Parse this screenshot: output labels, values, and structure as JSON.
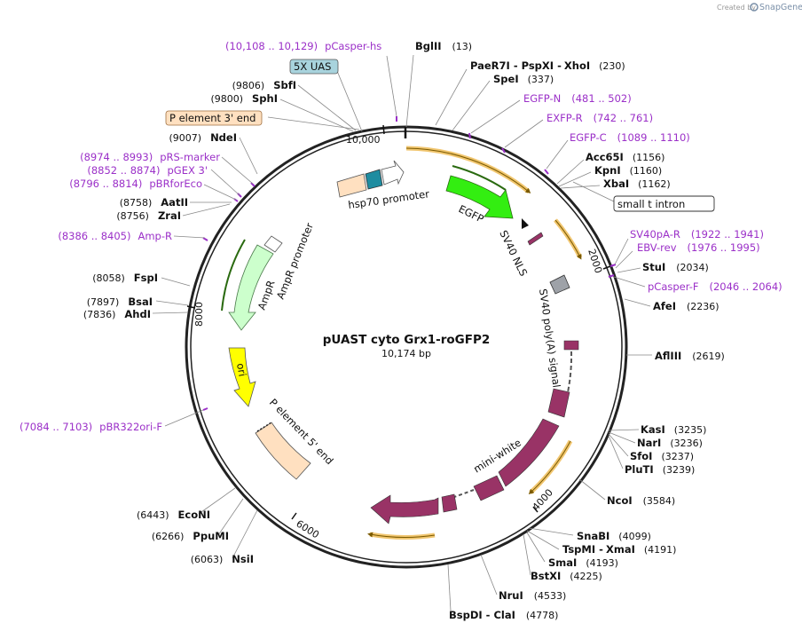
{
  "credit": {
    "created_by": "Created by",
    "brand": "SnapGene"
  },
  "plasmid": {
    "name": "pUAST cyto Grx1-roGFP2",
    "size": "10,174 bp"
  },
  "ticks": [
    "10,000",
    "2000",
    "4000",
    "6000",
    "8000"
  ],
  "features": {
    "hsp70": "hsp70 promoter",
    "egfp": "EGFP",
    "sv40nls": "SV40 NLS",
    "sv40polya": "SV40 poly(A) signal",
    "miniwhite": "mini-white",
    "p5": "P element 5' end",
    "ori": "ori",
    "ampr": "AmpR",
    "ampr_promoter": "AmpR promoter",
    "uas": "5X UAS",
    "p3": "P element 3' end",
    "small_t": "small t intron"
  },
  "sites": {
    "bglii": {
      "name": "BglII",
      "pos": "(13)"
    },
    "paer7i": {
      "name": "PaeR7I",
      "pos": ""
    },
    "pspxi": {
      "name": "PspXI",
      "pos": ""
    },
    "xhoi": {
      "name": "XhoI",
      "pos": "(230)"
    },
    "spei": {
      "name": "SpeI",
      "pos": "(337)"
    },
    "acc65i": {
      "name": "Acc65I",
      "pos": "(1156)"
    },
    "kpni": {
      "name": "KpnI",
      "pos": "(1160)"
    },
    "xbai": {
      "name": "XbaI",
      "pos": "(1162)"
    },
    "stui": {
      "name": "StuI",
      "pos": "(2034)"
    },
    "afei": {
      "name": "AfeI",
      "pos": "(2236)"
    },
    "aflii": {
      "name": "AflIII",
      "pos": "(2619)"
    },
    "kasi": {
      "name": "KasI",
      "pos": "(3235)"
    },
    "nari": {
      "name": "NarI",
      "pos": "(3236)"
    },
    "sfoi": {
      "name": "SfoI",
      "pos": "(3237)"
    },
    "pluti": {
      "name": "PluTI",
      "pos": "(3239)"
    },
    "ncoi": {
      "name": "NcoI",
      "pos": "(3584)"
    },
    "snabi": {
      "name": "SnaBI",
      "pos": "(4099)"
    },
    "tspmi": {
      "name": "TspMI",
      "pos": ""
    },
    "xmai": {
      "name": "XmaI",
      "pos": "(4191)"
    },
    "smai": {
      "name": "SmaI",
      "pos": "(4193)"
    },
    "bstxi": {
      "name": "BstXI",
      "pos": "(4225)"
    },
    "nrui": {
      "name": "NruI",
      "pos": "(4533)"
    },
    "bspdi": {
      "name": "BspDI",
      "pos": ""
    },
    "clai": {
      "name": "ClaI",
      "pos": "(4778)"
    },
    "nsii": {
      "name": "NsiI",
      "pos": "(6063)"
    },
    "ppumi": {
      "name": "PpuMI",
      "pos": "(6266)"
    },
    "econi": {
      "name": "EcoNI",
      "pos": "(6443)"
    },
    "ahdi": {
      "name": "AhdI",
      "pos": "(7836)"
    },
    "bsai": {
      "name": "BsaI",
      "pos": "(7897)"
    },
    "fspi": {
      "name": "FspI",
      "pos": "(8058)"
    },
    "zrai": {
      "name": "ZraI",
      "pos": "(8756)"
    },
    "aatii": {
      "name": "AatII",
      "pos": "(8758)"
    },
    "ndei": {
      "name": "NdeI",
      "pos": "(9007)"
    },
    "sphi": {
      "name": "SphI",
      "pos": "(9800)"
    },
    "sbfi": {
      "name": "SbfI",
      "pos": "(9806)"
    }
  },
  "primers": {
    "pcasper_hs": {
      "range": "(10,108 .. 10,129)",
      "name": "pCasper-hs"
    },
    "egfp_n": {
      "range": "(481 .. 502)",
      "name": "EGFP-N"
    },
    "exfp_r": {
      "range": "(742 .. 761)",
      "name": "EXFP-R"
    },
    "egfp_c": {
      "range": "(1089 .. 1110)",
      "name": "EGFP-C"
    },
    "sv40pa_r": {
      "range": "(1922 .. 1941)",
      "name": "SV40pA-R"
    },
    "ebv_rev": {
      "range": "(1976 .. 1995)",
      "name": "EBV-rev"
    },
    "pcasper_f": {
      "range": "(2046 .. 2064)",
      "name": "pCasper-F"
    },
    "prs_marker": {
      "range": "(8974 .. 8993)",
      "name": "pRS-marker"
    },
    "pgex3": {
      "range": "(8852 .. 8874)",
      "name": "pGEX 3'"
    },
    "pbrforeco": {
      "range": "(8796 .. 8814)",
      "name": "pBRforEco"
    },
    "amp_r": {
      "range": "(8386 .. 8405)",
      "name": "Amp-R"
    },
    "pbr322ori_f": {
      "range": "(7084 .. 7103)",
      "name": "pBR322ori-F"
    }
  },
  "colors": {
    "primer": "#9b30c8",
    "egfp": "#33ee11",
    "white_gene": "#993366",
    "ori": "#ffff00",
    "ampr": "#ccffcc",
    "p_element": "#ffe0c0",
    "uas": "#a8d3dd",
    "orf_arrow": "#f0c060"
  }
}
